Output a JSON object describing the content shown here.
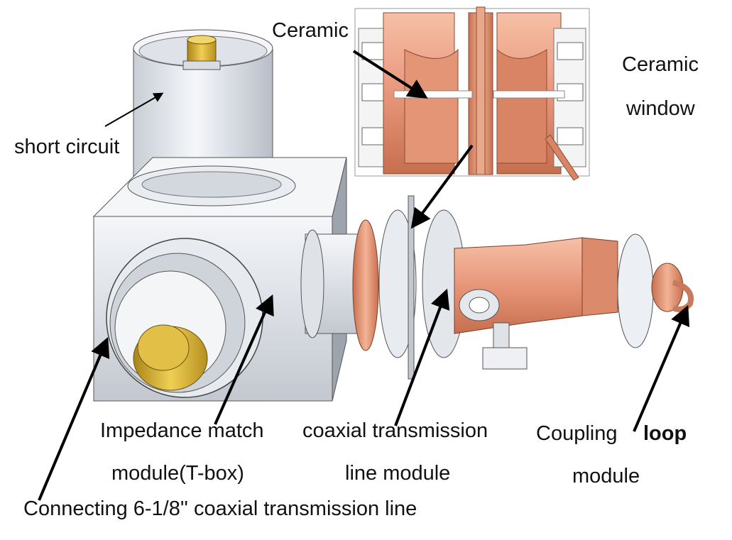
{
  "labels": {
    "ceramic": "Ceramic",
    "ceramic_window_line1": "Ceramic",
    "ceramic_window_line2": "window",
    "short_circuit": "short circuit",
    "impedance_line1": "Impedance match",
    "impedance_line2": "module(T-box)",
    "coaxial_line1": "coaxial transmission",
    "coaxial_line2": "line module",
    "coupling_word": "Coupling",
    "coupling_loop": "loop",
    "coupling_line2": "module",
    "connecting": "Connecting 6-1/8'' coaxial transmission line"
  },
  "colors": {
    "copper": "#e89a7a",
    "copper_dark": "#c8704f",
    "steel": "#e4e8ef",
    "steel_dark": "#aeb4be",
    "brass": "#d4b030",
    "arrow": "#000000"
  }
}
